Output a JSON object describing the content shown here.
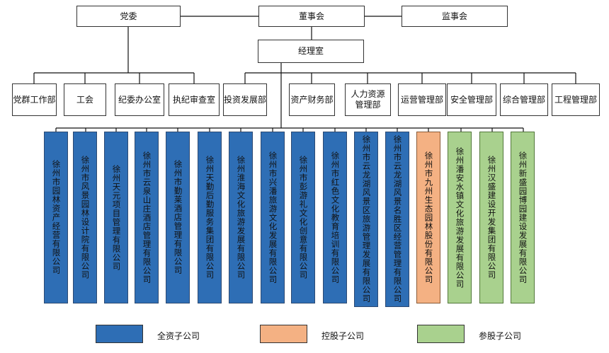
{
  "top": {
    "party_committee": "党委",
    "board": "董事会",
    "supervisory_board": "监事会",
    "manager_office": "经理室"
  },
  "departments": [
    "党群工作部",
    "工会",
    "纪委办公室",
    "执纪审查室",
    "投资发展部",
    "资产财务部",
    "人力资源\n管理部",
    "运营管理部",
    "安全管理部",
    "综合管理部",
    "工程管理部"
  ],
  "subsidiaries": [
    {
      "name": "徐州市园林资产经营有限公司",
      "type": "full"
    },
    {
      "name": "徐州市风景园林设计院有限公司",
      "type": "full"
    },
    {
      "name": "徐州天元项目管理有限公司",
      "type": "full"
    },
    {
      "name": "徐州市云泉山庄酒店管理有限公司",
      "type": "full"
    },
    {
      "name": "徐州市勤莱酒店管理有限公司",
      "type": "full"
    },
    {
      "name": "徐州天勤后勤服务集团有限公司",
      "type": "full"
    },
    {
      "name": "徐州淮海文化旅游发展有限公司",
      "type": "full"
    },
    {
      "name": "徐州市兴潘旅游文化发展有限公司",
      "type": "full"
    },
    {
      "name": "徐州市彭游礼文化创意有限公司",
      "type": "full"
    },
    {
      "name": "徐州市红色文化教育培训有限公司",
      "type": "full"
    },
    {
      "name": "徐州市云龙湖风景区旅游管理发展有限公司",
      "type": "full"
    },
    {
      "name": "徐州市云龙湖风景名胜区经营管理有限公司",
      "type": "full"
    },
    {
      "name": "徐州市九州生态园林股份有限公司",
      "type": "holding"
    },
    {
      "name": "徐州潘安水镇文化旅游发展有限公司",
      "type": "equity"
    },
    {
      "name": "徐州汉盛建设开发集团有限公司",
      "type": "equity"
    },
    {
      "name": "徐州新盛园博园建设发展有限公司",
      "type": "equity"
    }
  ],
  "legend": [
    {
      "label": "全资子公司",
      "type": "full"
    },
    {
      "label": "控股子公司",
      "type": "holding"
    },
    {
      "label": "参股子公司",
      "type": "equity"
    }
  ],
  "colors": {
    "full": "#2e6eb5",
    "holding": "#f4b183",
    "equity": "#a9d18e"
  }
}
